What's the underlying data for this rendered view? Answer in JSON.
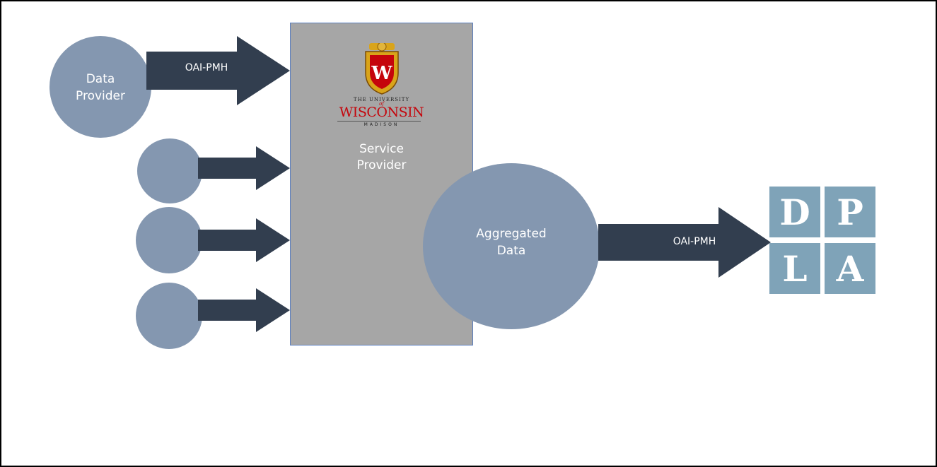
{
  "data_provider": {
    "line1": "Data",
    "line2": "Provider"
  },
  "arrow_top_label": "OAI-PMH",
  "service_provider": {
    "logo": {
      "line1": "THE UNIVERSITY",
      "line2": "of",
      "line3": "WISCONSIN",
      "line4": "MADISON",
      "crest_letter": "W"
    },
    "line1": "Service",
    "line2": "Provider"
  },
  "aggregated_data": {
    "line1": "Aggregated",
    "line2": "Data"
  },
  "arrow_right_label": "OAI-PMH",
  "dpla": {
    "d": "D",
    "p": "P",
    "l": "L",
    "a": "A"
  },
  "colors": {
    "circle": "#8497b0",
    "arrow": "#323e4f",
    "service_box": "#a6a6a6",
    "dpla_tile": "#7fa3b8",
    "wisconsin_red": "#c5050c"
  }
}
